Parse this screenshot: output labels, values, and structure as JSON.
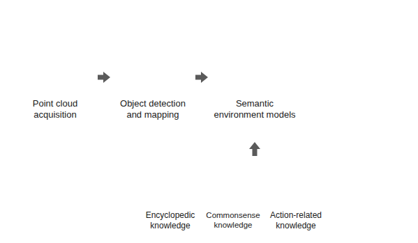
{
  "diagram": {
    "nodes": [
      {
        "text": []
      },
      {
        "text": [
          "Point cloud acquisition"
        ],
        "in": 0
      },
      {
        "text": [
          "Object detection and mapping"
        ],
        "in": 0
      },
      {
        "text": [
          "Semantic environment models"
        ],
        "in": 0
      },
      {
        "text": []
      },
      {
        "text": [
          "Encyclopedic knowledge"
        ],
        "in": 4
      },
      {
        "text": [
          "Commonsense knowledge"
        ],
        "in": 4
      },
      {
        "text": [
          "Action-related knowledge"
        ],
        "in": 4
      }
    ],
    "edges": [
      {
        "from": 1,
        "to": 2,
        "arrow": "to"
      },
      {
        "from": 2,
        "to": 3,
        "arrow": "to"
      },
      {
        "from": 4,
        "to": 3,
        "arrow": "to"
      }
    ]
  }
}
